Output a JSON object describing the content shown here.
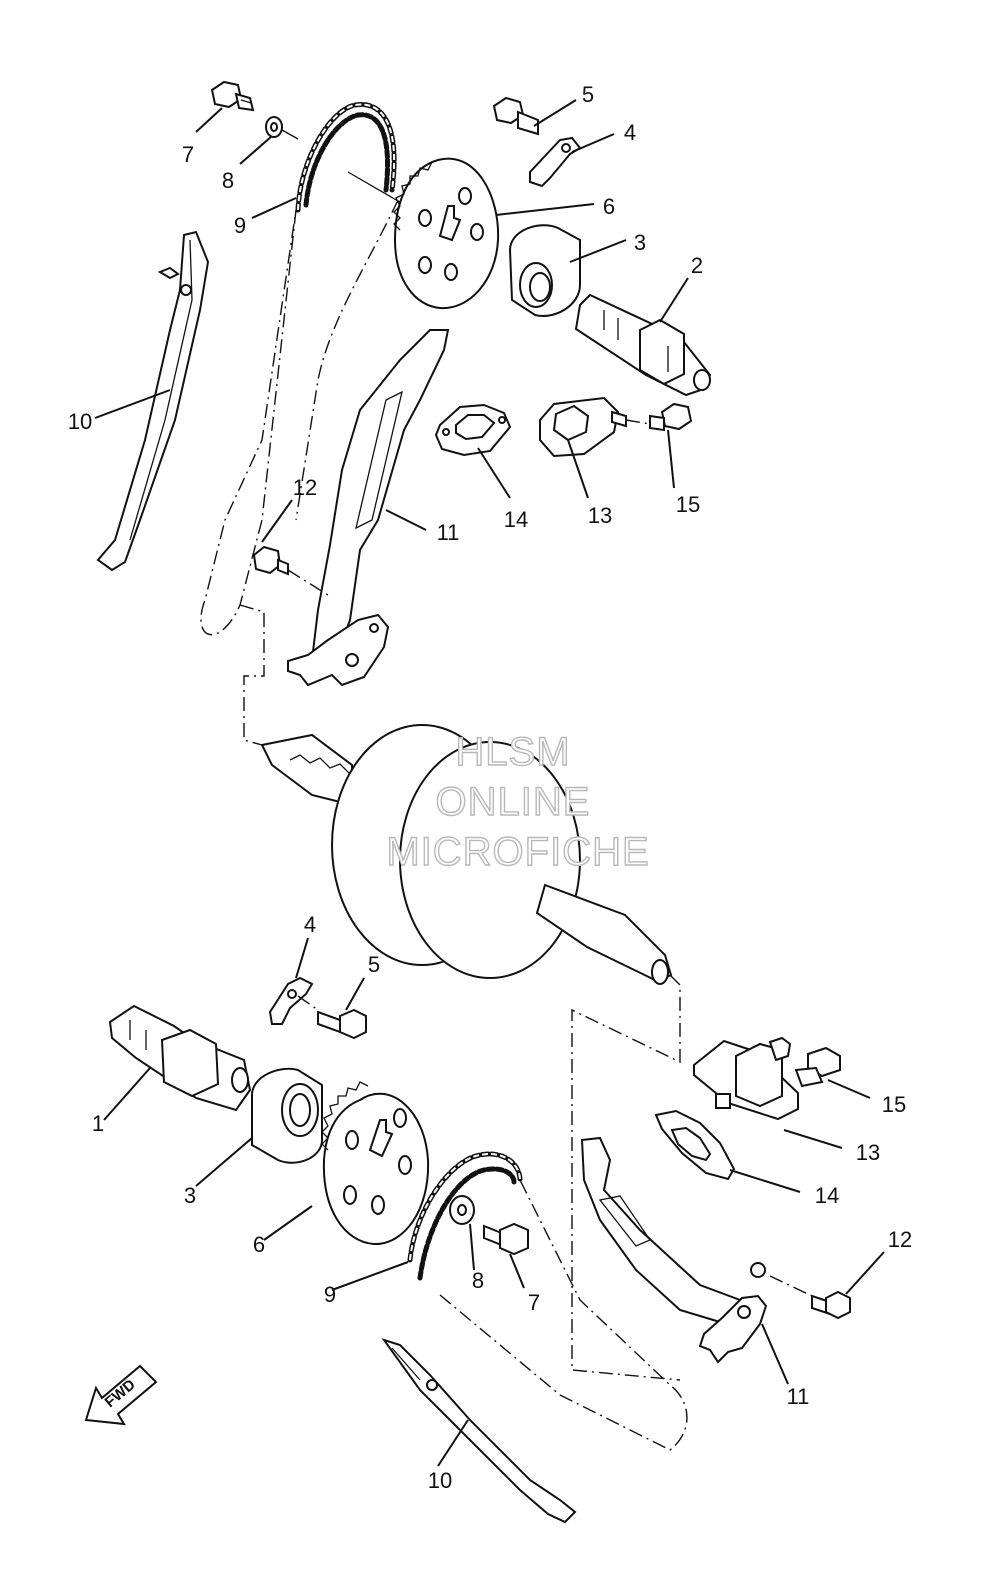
{
  "watermark": {
    "line1": "HLSM",
    "line2": "ONLINE",
    "line3": "MICROFICHE"
  },
  "fwd_label": "FWD",
  "icons": {
    "fwd_arrow": "arrow-down-left-icon"
  },
  "top_assembly": {
    "labels": [
      "5",
      "4",
      "7",
      "8",
      "6",
      "3",
      "9",
      "2",
      "10",
      "14",
      "13",
      "15",
      "12",
      "11"
    ]
  },
  "bottom_assembly": {
    "labels": [
      "4",
      "5",
      "1",
      "15",
      "3",
      "13",
      "6",
      "14",
      "9",
      "8",
      "7",
      "12",
      "11",
      "10"
    ]
  }
}
